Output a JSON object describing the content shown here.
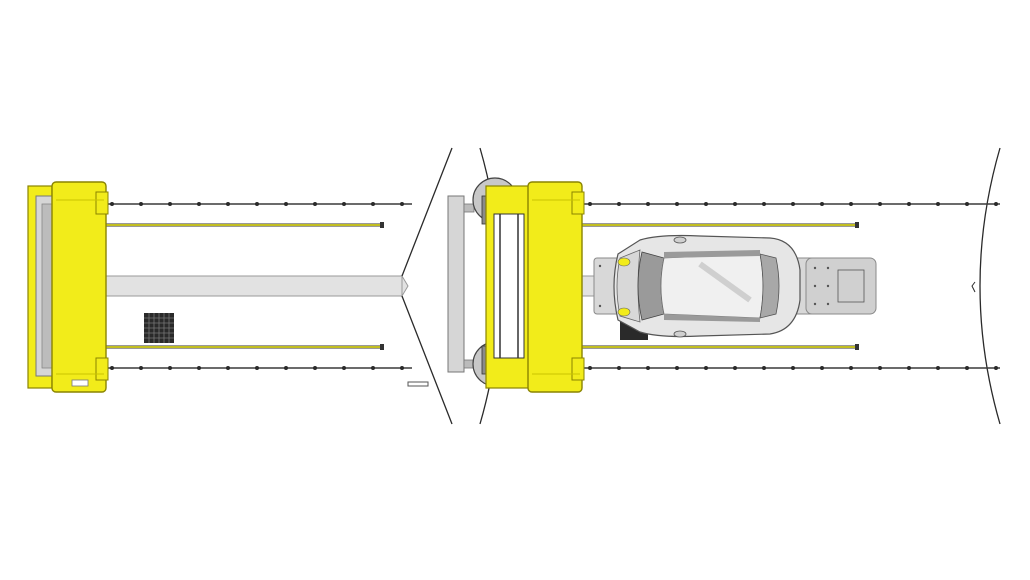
{
  "diagram": {
    "views": [
      "overview",
      "detail"
    ],
    "vehicle": "car",
    "colors": {
      "gantry_yellow": "#f2ec1a",
      "gantry_edge": "#8a8400",
      "rail": "#3a3a3a",
      "floor_plate": "#dcdcdc",
      "car_body": "#e6e6e6",
      "car_glass": "#9a9a9a",
      "background": "#ffffff"
    }
  }
}
